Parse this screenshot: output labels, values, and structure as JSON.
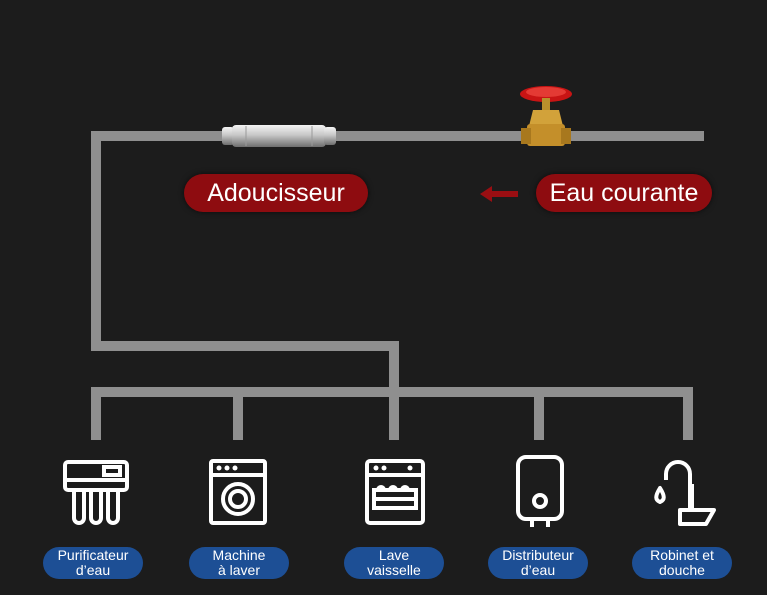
{
  "colors": {
    "background": "#1c1c1c",
    "pipe": "#8f8f8f",
    "red_label": "#8e0c10",
    "blue_label": "#1d4f95",
    "arrow": "#9a0e12",
    "icon": "#ffffff"
  },
  "top_labels": {
    "softener": "Adoucisseur",
    "tap_water": "Eau courante"
  },
  "appliances": [
    {
      "label": "Purificateur\nd’eau",
      "icon": "water-purifier-icon"
    },
    {
      "label": "Machine\nà laver",
      "icon": "washing-machine-icon"
    },
    {
      "label": "Lave\nvaisselle",
      "icon": "dishwasher-icon"
    },
    {
      "label": "Distributeur\nd’eau",
      "icon": "water-heater-icon"
    },
    {
      "label": "Robinet et\ndouche",
      "icon": "faucet-icon"
    }
  ],
  "flow_arrow_icon": "left-arrow-icon",
  "valve_icon": "gate-valve-icon",
  "softener_icon": "softener-cartridge-icon"
}
